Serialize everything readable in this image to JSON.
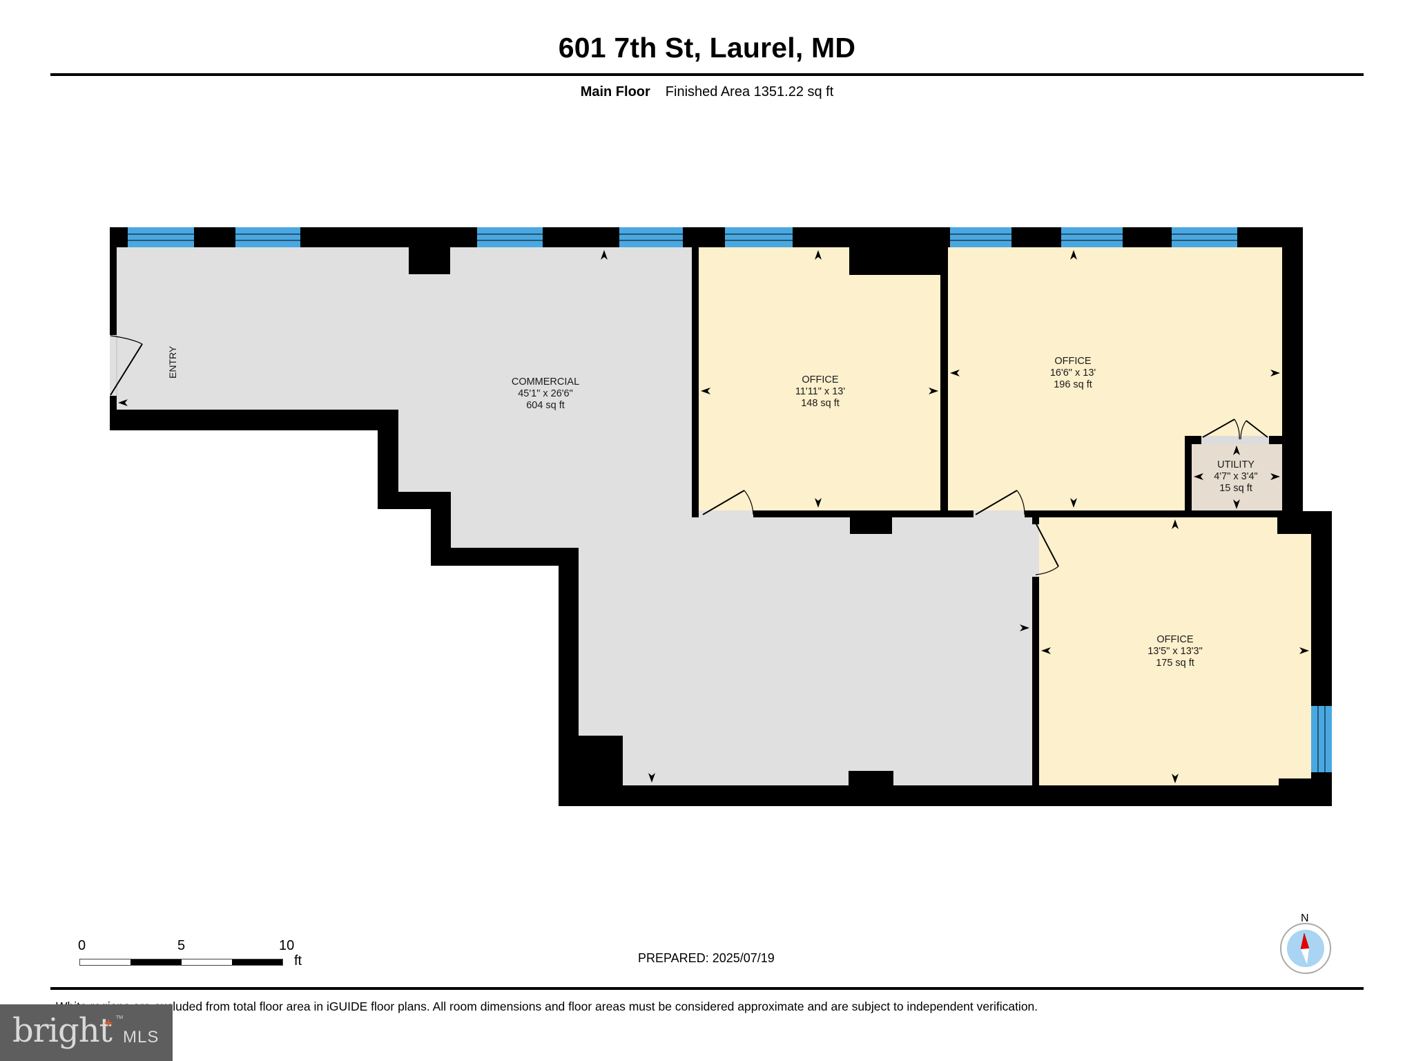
{
  "header": {
    "title": "601 7th St, Laurel, MD",
    "floor_name": "Main Floor",
    "finished_area": "Finished Area 1351.22 sq ft"
  },
  "colors": {
    "wall": "#000000",
    "commercial_fill": "#e0e0e0",
    "office_fill": "#fdf0cc",
    "utility_fill": "#e6ddd0",
    "window": "#4aa8e0",
    "compass_needle_north": "#e60000",
    "compass_face": "#a9d4f2",
    "logo_bg": "#5e5e5e",
    "logo_accent": "#e0592a"
  },
  "rooms": [
    {
      "name": "COMMERCIAL",
      "dimensions": "45'1\" x 26'6\"",
      "area": "604 sq ft"
    },
    {
      "name": "OFFICE",
      "dimensions": "11'11\" x 13'",
      "area": "148 sq ft"
    },
    {
      "name": "OFFICE",
      "dimensions": "16'6\" x 13'",
      "area": "196 sq ft"
    },
    {
      "name": "UTILITY",
      "dimensions": "4'7\" x 3'4\"",
      "area": "15 sq ft"
    },
    {
      "name": "OFFICE",
      "dimensions": "13'5\" x 13'3\"",
      "area": "175 sq ft"
    }
  ],
  "labels": {
    "entry": "ENTRY"
  },
  "scale_bar": {
    "ticks": [
      "0",
      "5",
      "10"
    ],
    "unit": "ft"
  },
  "prepared": "PREPARED: 2025/07/19",
  "compass": {
    "north_label": "N"
  },
  "disclaimer": "White regions are excluded from total floor area in iGUIDE floor plans. All room dimensions and floor areas must be considered approximate and are subject to independent verification.",
  "watermark": {
    "brand": "bright",
    "suffix": "MLS",
    "tm": "TM"
  }
}
